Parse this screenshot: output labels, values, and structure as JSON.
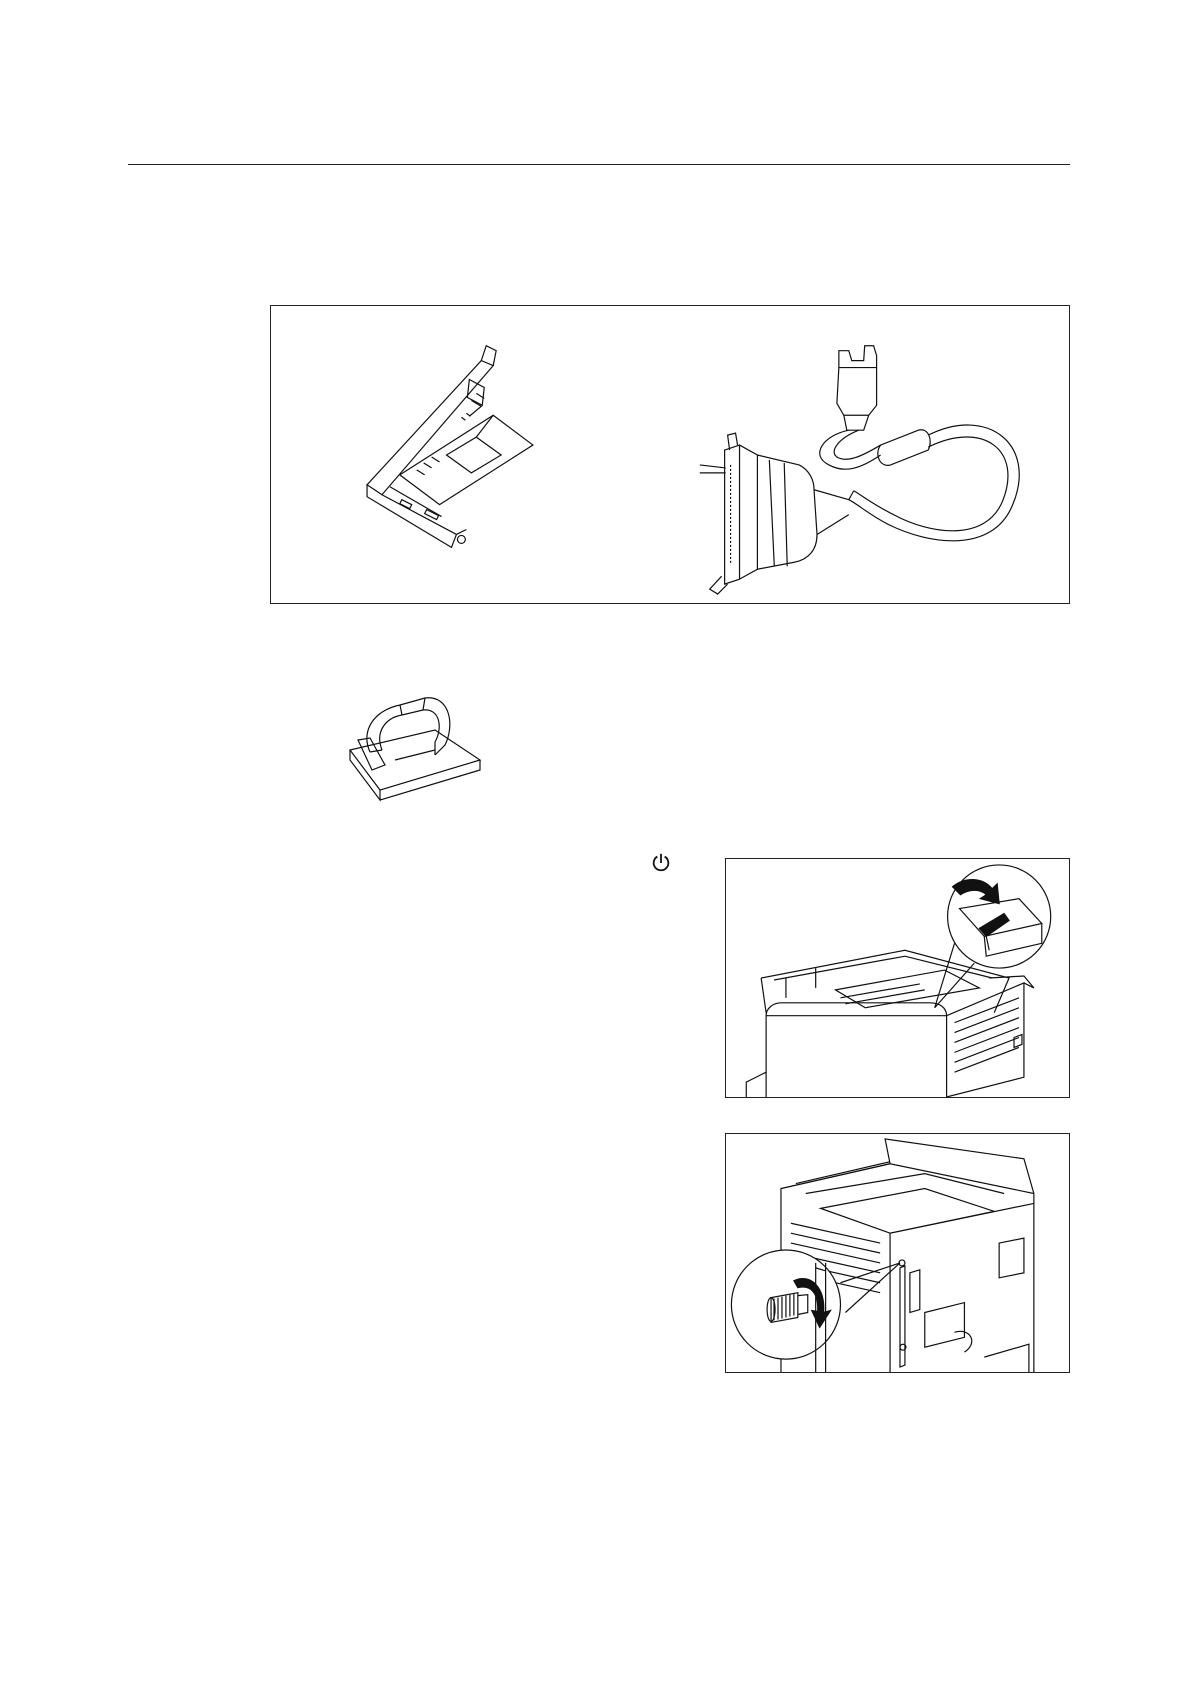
{
  "page": {
    "header_rule": true
  },
  "icons": {
    "power_symbol": "power-icon"
  },
  "figures": [
    {
      "name": "interface-card-and-cable",
      "items": [
        "parallel-interface-card",
        "parallel-cable"
      ]
    },
    {
      "name": "cable-clamp"
    },
    {
      "name": "power-switch-off-illustration"
    },
    {
      "name": "rear-screw-loosen-illustration"
    }
  ]
}
